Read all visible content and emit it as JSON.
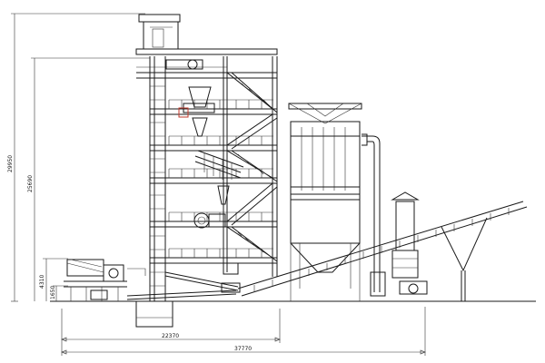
{
  "dimensions": {
    "total_height": "29950",
    "upper_height": "25690",
    "low_height": "4310",
    "base_height": "1650",
    "width_mid": "22370",
    "width_total": "37770"
  },
  "colors": {
    "line": "#1a1a1a",
    "accent": "#c0392b",
    "background": "#ffffff"
  }
}
